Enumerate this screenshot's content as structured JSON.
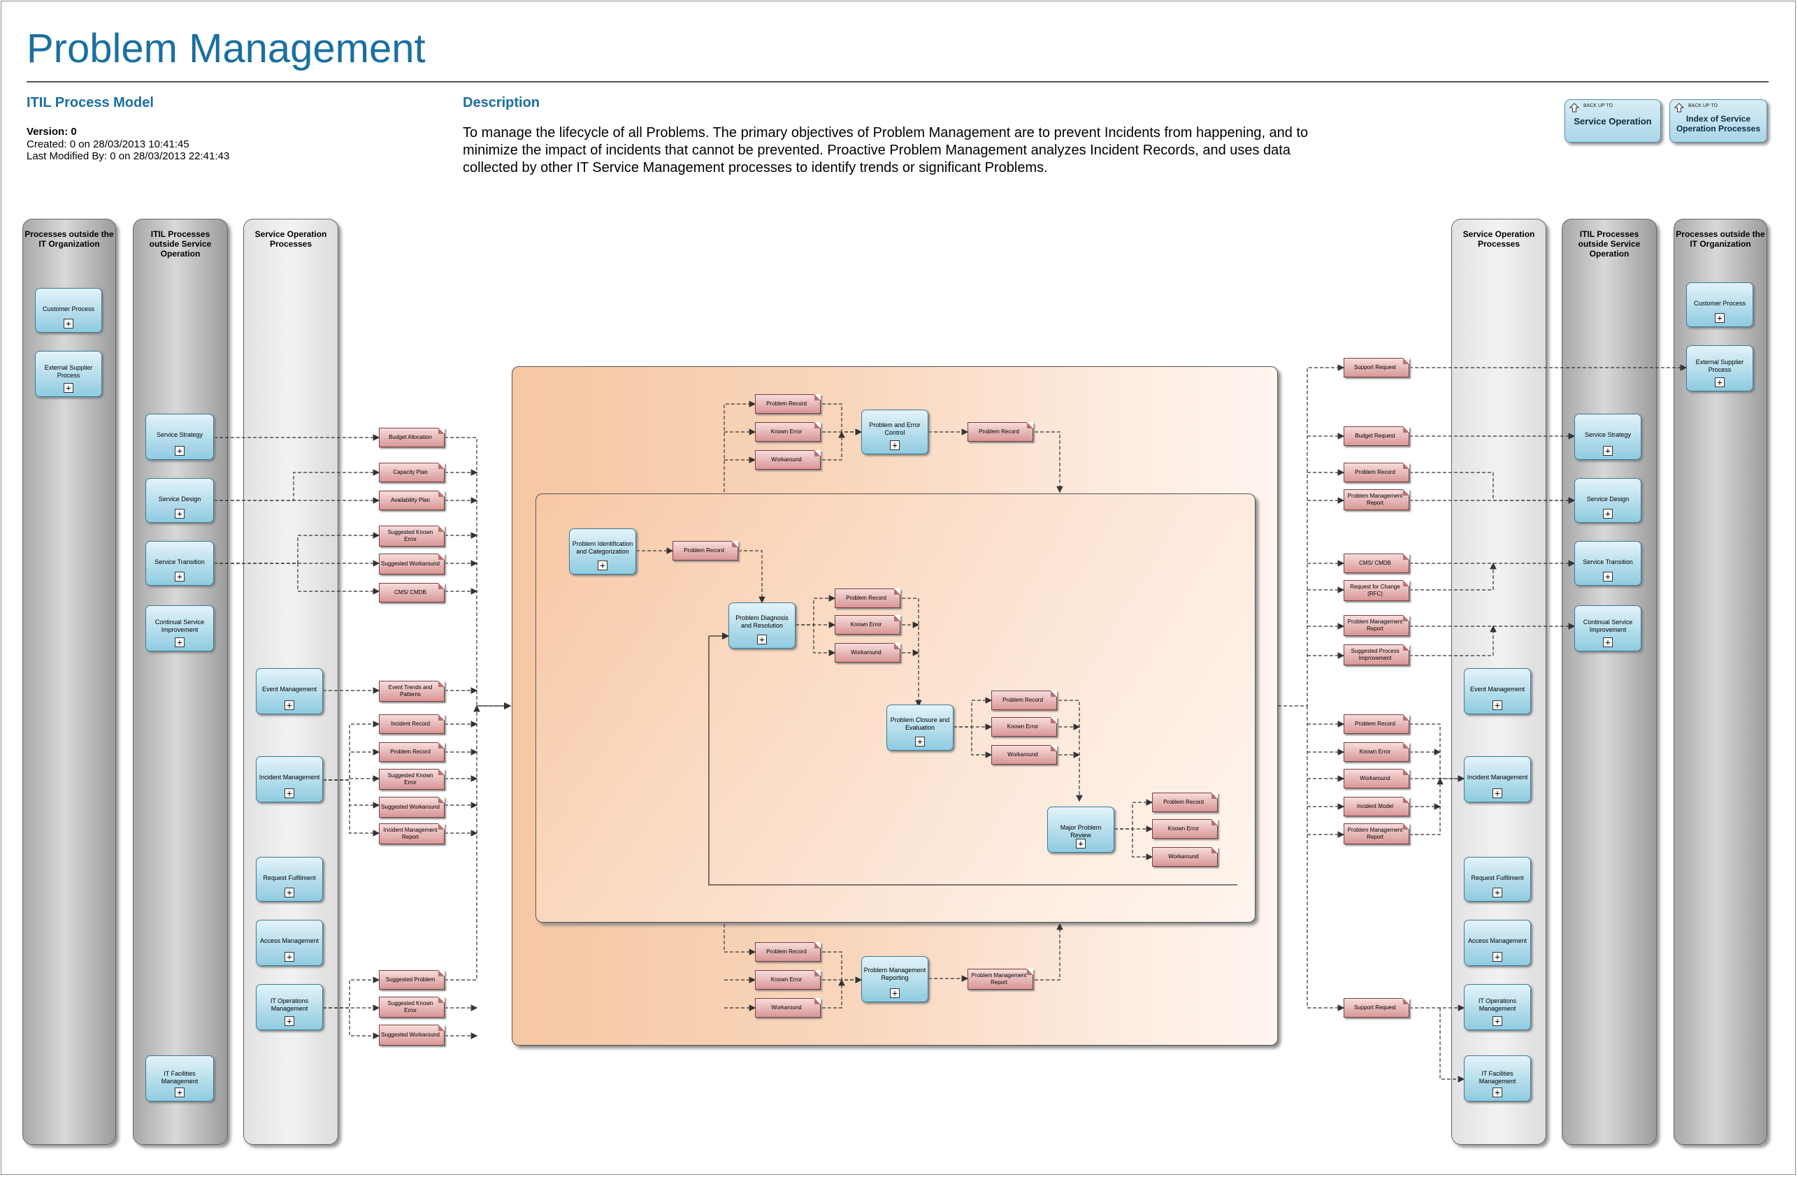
{
  "page": {
    "title": "Problem Management"
  },
  "model": {
    "heading": "ITIL Process Model",
    "version": "Version: 0",
    "created": "Created: 0 on 28/03/2013 10:41:45",
    "modified": "Last Modified By: 0 on 28/03/2013 22:41:43"
  },
  "description": {
    "heading": "Description",
    "text": "To manage the lifecycle of all Problems. The primary objectives of Problem Management are to prevent Incidents from happening, and to minimize the impact of incidents that cannot be prevented. Proactive Problem Management analyzes Incident Records, and uses data collected by other IT Service Management processes to identify trends or significant Problems."
  },
  "nav": {
    "back_text": "BACK UP TO",
    "service_operation": "Service Operation",
    "index": "Index of Service Operation Processes"
  },
  "lanes": {
    "outside_it": "Processes outside the IT Organization",
    "itil_outside": "ITIL Processes outside Service Operation",
    "service_operation": "Service Operation Processes"
  },
  "processes": {
    "customer_process": "Customer Process",
    "external_supplier": "External Supplier Process",
    "service_strategy": "Service Strategy",
    "service_design": "Service Design",
    "service_transition": "Service Transition",
    "csi": "Continual Service Improvement",
    "it_facilities": "IT Facilities Management",
    "event_management": "Event Management",
    "incident_management": "Incident Management",
    "request_fulfilment": "Request Fulfilment",
    "access_management": "Access Management",
    "it_operations": "IT Operations Management",
    "problem_error_control": "Problem and Error Control",
    "identification": "Problem Identification and Categorization",
    "diagnosis": "Problem Diagnosis and Resolution",
    "closure": "Problem Closure and Evaluation",
    "major_review": "Major Problem Review",
    "reporting": "Problem Management Reporting"
  },
  "records": {
    "budget_allocation": "Budget Allocation",
    "capacity_plan": "Capacity Plan",
    "availability_plan": "Availability Plan",
    "suggested_known_error": "Suggested Known Error",
    "suggested_workaround": "Suggested Workaround",
    "cms_cmdb": "CMS/ CMDB",
    "event_trends": "Event Trends and Patterns",
    "incident_record": "Incident Record",
    "problem_record": "Problem Record",
    "incident_mgmt_report": "Incident Management Report",
    "suggested_problem": "Suggested Problem",
    "known_error": "Known Error",
    "workaround": "Workaround",
    "pm_report": "Problem Management Report",
    "support_request": "Support Request",
    "budget_request": "Budget Request",
    "rfc": "Request for Change (RFC)",
    "suggested_process_improvement": "Suggested Process Improvement",
    "incident_model": "Incident Model"
  },
  "colors": {
    "title": "#1a6fa0",
    "process_fill": "#8fcbe0",
    "record_fill": "#d99696",
    "activity_area": "#f6c7a3"
  }
}
